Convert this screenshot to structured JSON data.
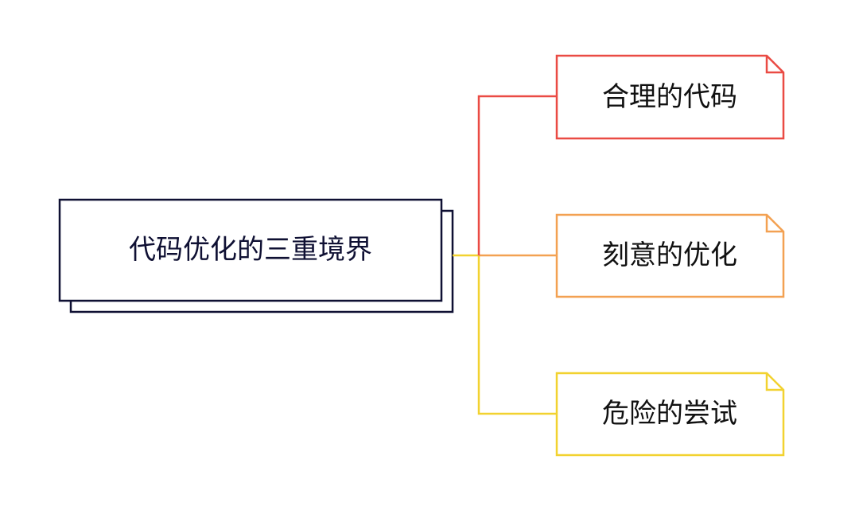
{
  "root": {
    "label": "代码优化的三重境界",
    "border_color": "#0f1033"
  },
  "branches": [
    {
      "label": "合理的代码",
      "color": "#ea4b44"
    },
    {
      "label": "刻意的优化",
      "color": "#f3a152"
    },
    {
      "label": "危险的尝试",
      "color": "#f2d230"
    }
  ]
}
